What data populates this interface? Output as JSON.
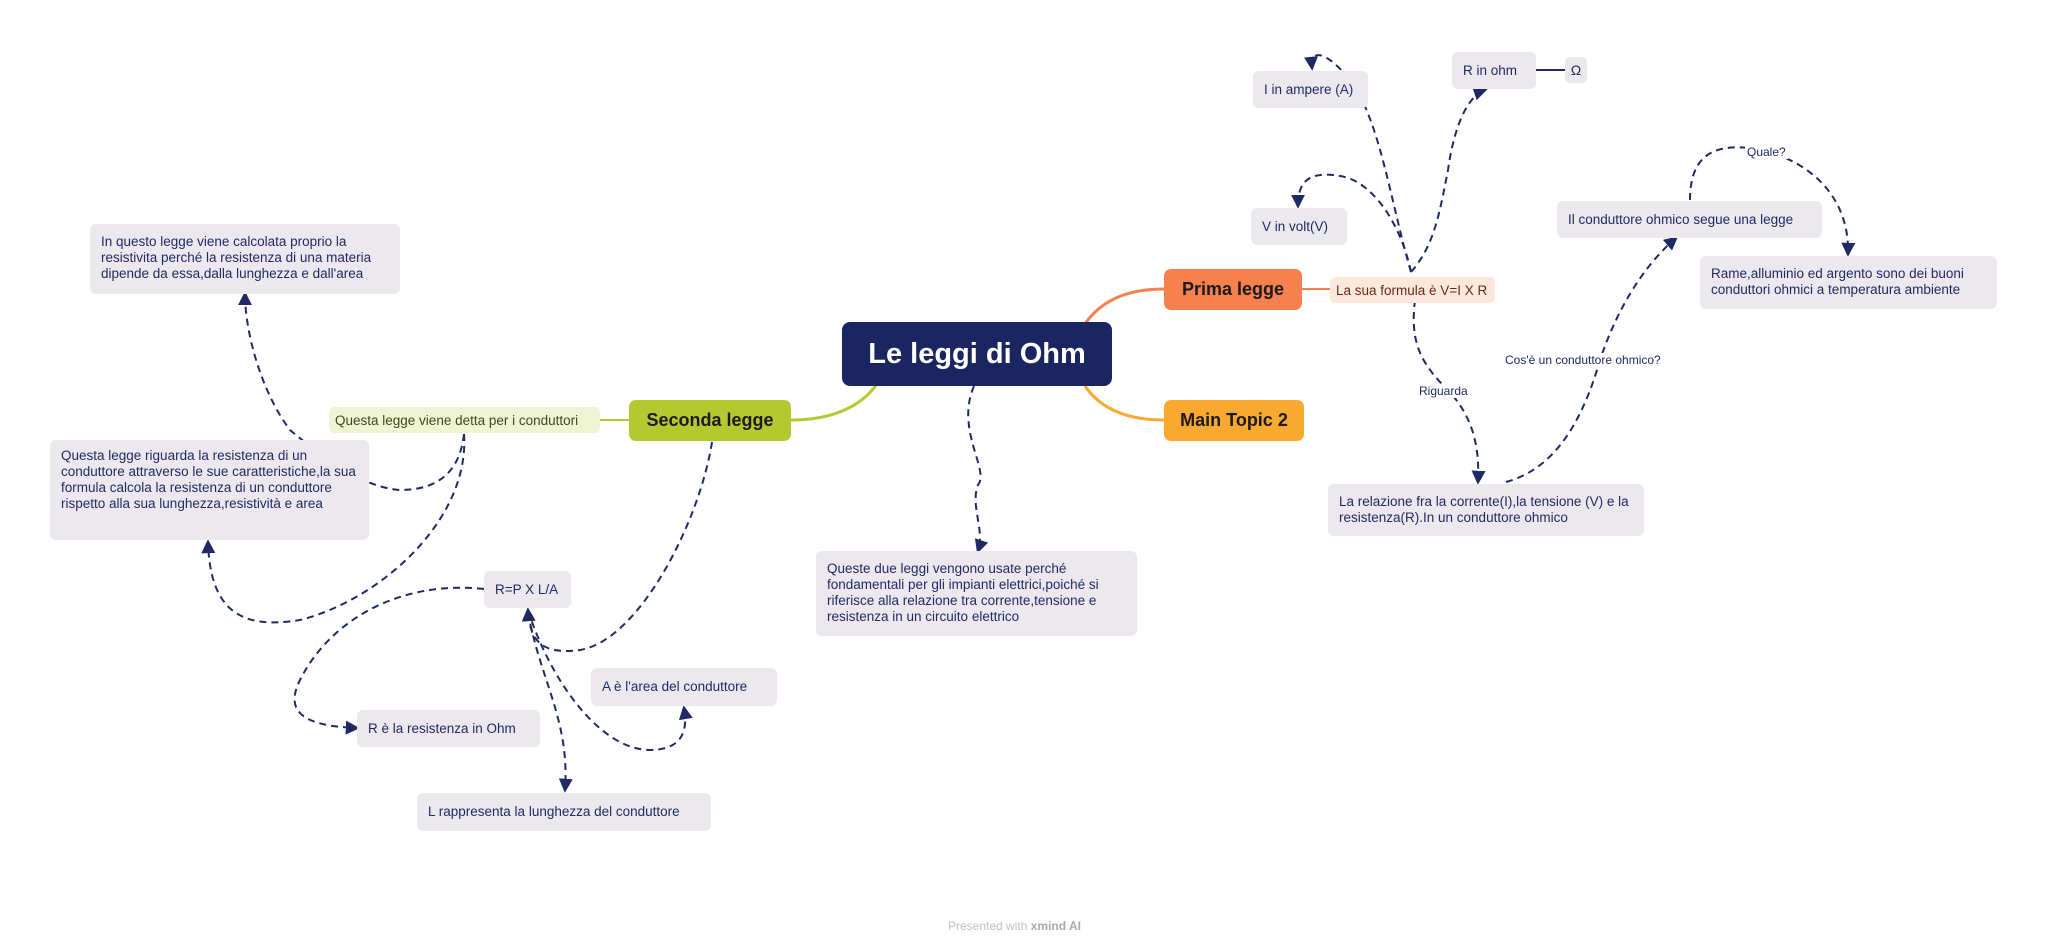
{
  "map": {
    "central": "Le leggi di Ohm",
    "topics": {
      "prima": "Prima legge",
      "seconda": "Seconda legge",
      "topic2": "Main Topic 2"
    },
    "details": {
      "prima_formula": "La sua formula è V=I X R",
      "seconda_conduttori": "Questa legge viene detta per i conduttori"
    },
    "notes": {
      "i_ampere": "I in ampere (A)",
      "r_ohm": "R in ohm",
      "omega": "Ω",
      "v_volt": "V in volt(V)",
      "conduttore_segue": "Il conduttore ohmico segue una legge",
      "rame": "Rame,alluminio ed argento sono dei buoni conduttori ohmici a temperatura ambiente",
      "relazione": "La relazione fra la corrente(I),la tensione (V) e la resistenza(R).In un conduttore ohmico",
      "queste_due": "Queste due leggi vengono usate perché fondamentali per gli impianti elettrici,poiché si riferisce alla relazione tra corrente,tensione e resistenza in un circuito elettrico",
      "in_questo": "In questo legge viene calcolata proprio la resistivita perché la resistenza di una materia dipende da essa,dalla lunghezza e dall'area",
      "questa_legge": "Questa legge riguarda la resistenza di un conduttore attraverso le sue caratteristiche,la sua formula calcola la resistenza di un conduttore rispetto alla sua lunghezza,resistività e area",
      "formula_r": "R=P X L/A",
      "r_resistenza": "R è la resistenza in Ohm",
      "a_area": "A è l'area del conduttore",
      "l_lunghezza": "L rappresenta la lunghezza del conduttore"
    },
    "link_labels": {
      "quale": "Quale?",
      "cose": "Cos'è un conduttore ohmico?",
      "riguarda": "Riguarda"
    }
  },
  "footer": {
    "prefix": "Presented with",
    "brand": "xmind AI"
  },
  "colors": {
    "central": "#1b2562",
    "prima": "#f7804f",
    "seconda": "#b4c92f",
    "topic2": "#f9a930",
    "note_bg": "#ebe9ee",
    "link": "#1f2a64"
  }
}
